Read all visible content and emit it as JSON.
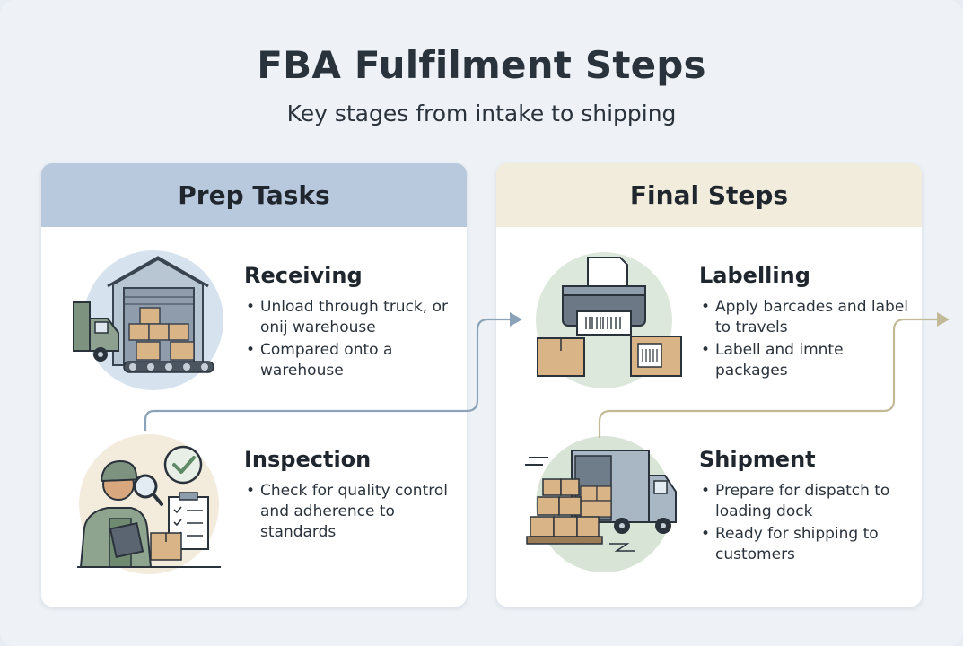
{
  "header": {
    "title": "FBA Fulfilment Steps",
    "subtitle": "Key stages from intake to shipping"
  },
  "panels": [
    {
      "title": "Prep Tasks",
      "color": "#b9c9dd",
      "steps": [
        {
          "title": "Receiving",
          "icon": "warehouse-truck-icon",
          "bullets": [
            "Unload through truck, or onij warehouse",
            "Compared onto a warehouse"
          ]
        },
        {
          "title": "Inspection",
          "icon": "inspector-checklist-icon",
          "bullets": [
            "Check for quality control and adherence to standards"
          ]
        }
      ]
    },
    {
      "title": "Final Steps",
      "color": "#f2ecdc",
      "steps": [
        {
          "title": "Labelling",
          "icon": "label-printer-icon",
          "bullets": [
            "Apply barcades and label to travels",
            "Labell and imnte packages"
          ]
        },
        {
          "title": "Shipment",
          "icon": "delivery-truck-icon",
          "bullets": [
            "Prepare for dispatch to loading dock",
            "Ready for shipping to customers"
          ]
        }
      ]
    }
  ],
  "connector_colors": {
    "left_to_right": "#8aa3b8",
    "right_exit": "#c2b996"
  }
}
